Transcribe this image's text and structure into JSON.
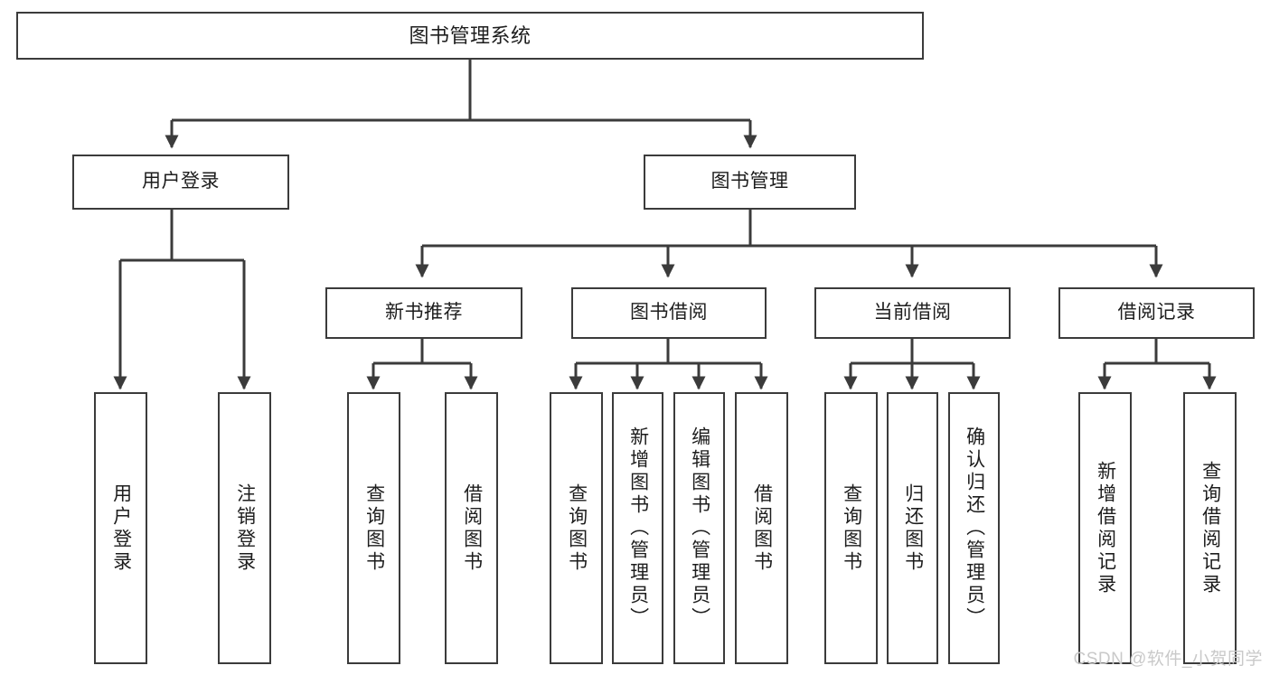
{
  "diagram": {
    "type": "tree",
    "title": "图书管理系统",
    "orientation": "top-down",
    "levels": 4,
    "colors": {
      "box_border": "#3b3b3b",
      "box_fill": "#ffffff",
      "connector": "#3b3b3b",
      "text": "#1d1d1d",
      "watermark": "#c9c9c9"
    }
  },
  "root": {
    "label": "图书管理系统"
  },
  "level2": [
    {
      "label": "用户登录"
    },
    {
      "label": "图书管理"
    }
  ],
  "level3": [
    {
      "label": "新书推荐"
    },
    {
      "label": "图书借阅"
    },
    {
      "label": "当前借阅"
    },
    {
      "label": "借阅记录"
    }
  ],
  "leaves": {
    "user_login": [
      {
        "label": "用户登录"
      },
      {
        "label": "注销登录"
      }
    ],
    "new_book_recommend": [
      {
        "label": "查询图书"
      },
      {
        "label": "借阅图书"
      }
    ],
    "book_borrow": [
      {
        "label": "查询图书"
      },
      {
        "label": "新增图书（管理员）"
      },
      {
        "label": "编辑图书（管理员）"
      },
      {
        "label": "借阅图书"
      }
    ],
    "current_borrow": [
      {
        "label": "查询图书"
      },
      {
        "label": "归还图书"
      },
      {
        "label": "确认归还（管理员）"
      }
    ],
    "borrow_record": [
      {
        "label": "新增借阅记录"
      },
      {
        "label": "查询借阅记录"
      }
    ]
  },
  "watermark": {
    "text": "CSDN @软件_小贺同学"
  }
}
